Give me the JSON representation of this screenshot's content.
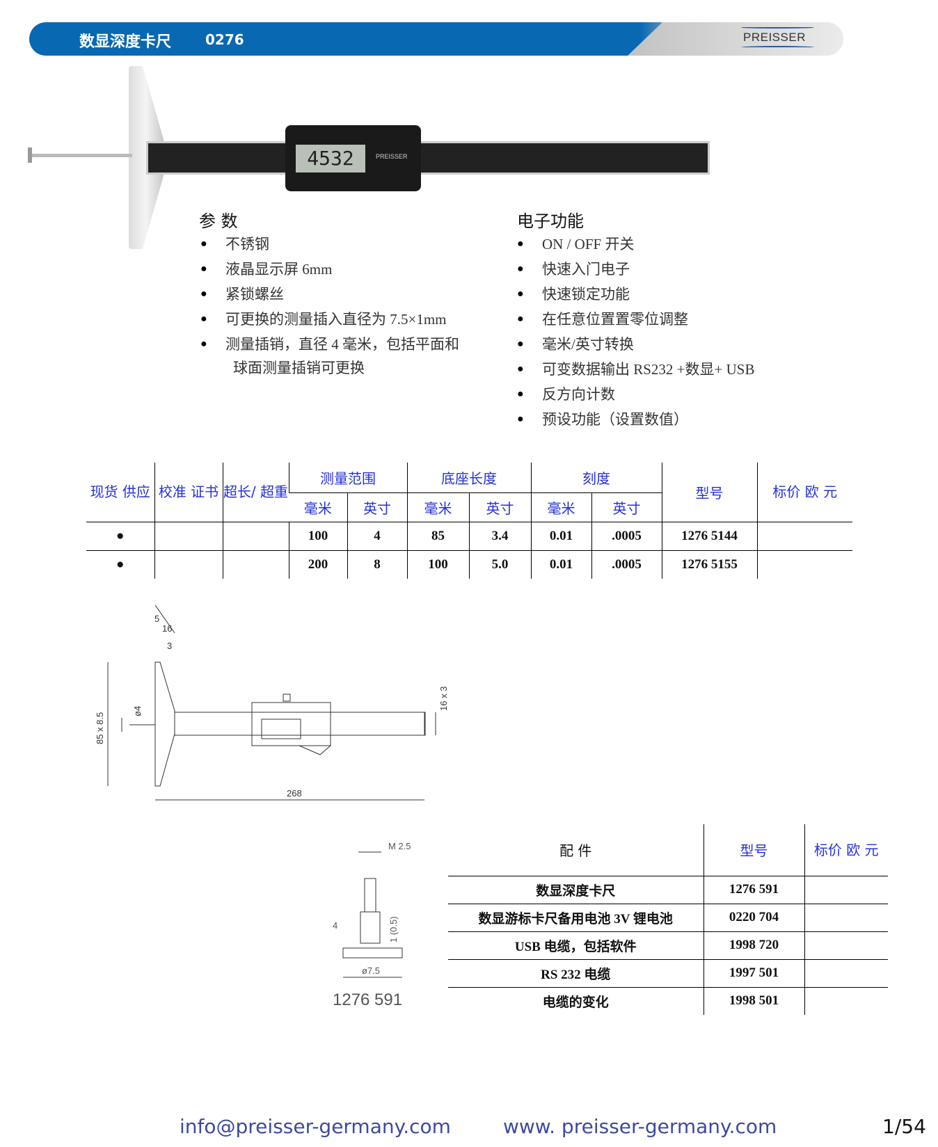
{
  "header": {
    "title": "数显深度卡尺",
    "code": "0276",
    "logo": "PREISSER"
  },
  "photo": {
    "display": "4532",
    "brand": "PREISSER"
  },
  "params": {
    "heading": "参  数",
    "items": [
      "不锈钢",
      "液晶显示屏 6mm",
      "紧锁螺丝",
      "可更换的测量插入直径为 7.5×1mm",
      "测量插销，直径 4 毫米，包括平面和"
    ],
    "continuation": "球面测量插销可更换"
  },
  "electronic": {
    "heading": "电子功能",
    "items": [
      "ON / OFF 开关",
      "快速入门电子",
      "快速锁定功能",
      "在任意位置置零位调整",
      "毫米/英寸转换",
      "可变数据输出 RS232 +数显+ USB",
      "反方向计数",
      "预设功能（设置数值）"
    ]
  },
  "table1": {
    "headers": {
      "stock": "现货 供应",
      "cert": "校准 证书",
      "over": "超长/ 超重",
      "range": "测量范围",
      "base": "底座长度",
      "scale": "刻度",
      "model": "型号",
      "price": "标价 欧 元",
      "mm": "毫米",
      "inch": "英寸"
    },
    "rows": [
      {
        "stock": "●",
        "cert": "",
        "over": "",
        "range_mm": "100",
        "range_in": "4",
        "base_mm": "85",
        "base_in": "3.4",
        "scale_mm": "0.01",
        "scale_in": ".0005",
        "model": "1276 5144",
        "price": ""
      },
      {
        "stock": "●",
        "cert": "",
        "over": "",
        "range_mm": "200",
        "range_in": "8",
        "base_mm": "100",
        "base_in": "5.0",
        "scale_mm": "0.01",
        "scale_in": ".0005",
        "model": "1276 5155",
        "price": ""
      }
    ]
  },
  "drawing": {
    "dims": [
      "5",
      "16",
      "3",
      "85 x 8.5",
      "ø4",
      "16 x 3",
      "268"
    ]
  },
  "pin": {
    "dims": [
      "M 2.5",
      "4",
      "1 (0.5)",
      "ø7.5"
    ],
    "label": "1276 591"
  },
  "table2": {
    "headers": {
      "part": "配  件",
      "model": "型号",
      "price": "标价 欧 元"
    },
    "rows": [
      {
        "part": "数显深度卡尺",
        "model": "1276 591",
        "price": ""
      },
      {
        "part": "数显游标卡尺备用电池   3V 锂电池",
        "model": "0220 704",
        "price": ""
      },
      {
        "part": "USB 电缆，包括软件",
        "model": "1998 720",
        "price": ""
      },
      {
        "part": "RS 232 电缆",
        "model": "1997 501",
        "price": ""
      },
      {
        "part": "电缆的变化",
        "model": "1998 501",
        "price": ""
      }
    ]
  },
  "footer": {
    "email": "info@preisser-germany.com",
    "web": "www. preisser-germany.com",
    "page": "1/54"
  }
}
